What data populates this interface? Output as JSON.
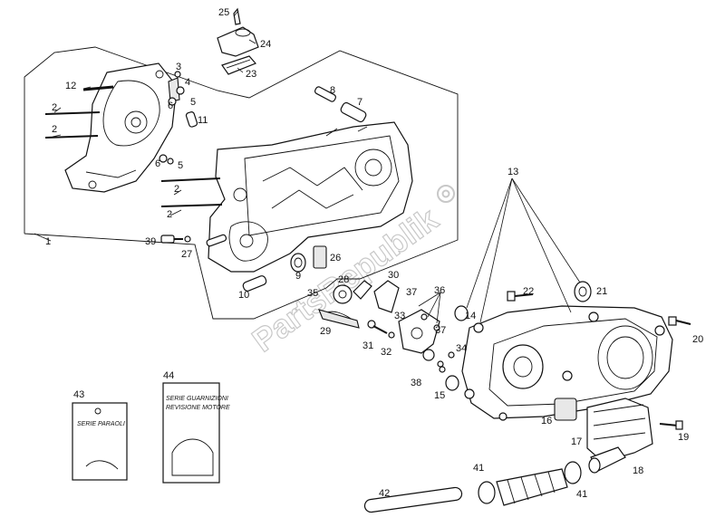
{
  "watermark": "PartsRepublik",
  "labels": {
    "p1": "1",
    "p2a": "2",
    "p2b": "2",
    "p2c": "2",
    "p2d": "2",
    "p3": "3",
    "p4": "4",
    "p5a": "5",
    "p5b": "5",
    "p6a": "6",
    "p6b": "6",
    "p7": "7",
    "p8": "8",
    "p9": "9",
    "p10": "10",
    "p11": "11",
    "p12": "12",
    "p13": "13",
    "p14": "14",
    "p15": "15",
    "p16": "16",
    "p17": "17",
    "p18": "18",
    "p19": "19",
    "p20": "20",
    "p21": "21",
    "p22": "22",
    "p23": "23",
    "p24": "24",
    "p25": "25",
    "p26": "26",
    "p27": "27",
    "p28": "28",
    "p29": "29",
    "p30": "30",
    "p31": "31",
    "p32": "32",
    "p33": "33",
    "p34": "34",
    "p35": "35",
    "p36": "36",
    "p37a": "37",
    "p37b": "37",
    "p38": "38",
    "p39": "39",
    "p41a": "41",
    "p41b": "41",
    "p42": "42",
    "p43": "43",
    "p44": "44"
  },
  "cards": {
    "card43_text": "SERIE PARAOLI",
    "card44_line1": "SERIE GUARNIZIONI",
    "card44_line2": "REVISIONE MOTORE"
  }
}
